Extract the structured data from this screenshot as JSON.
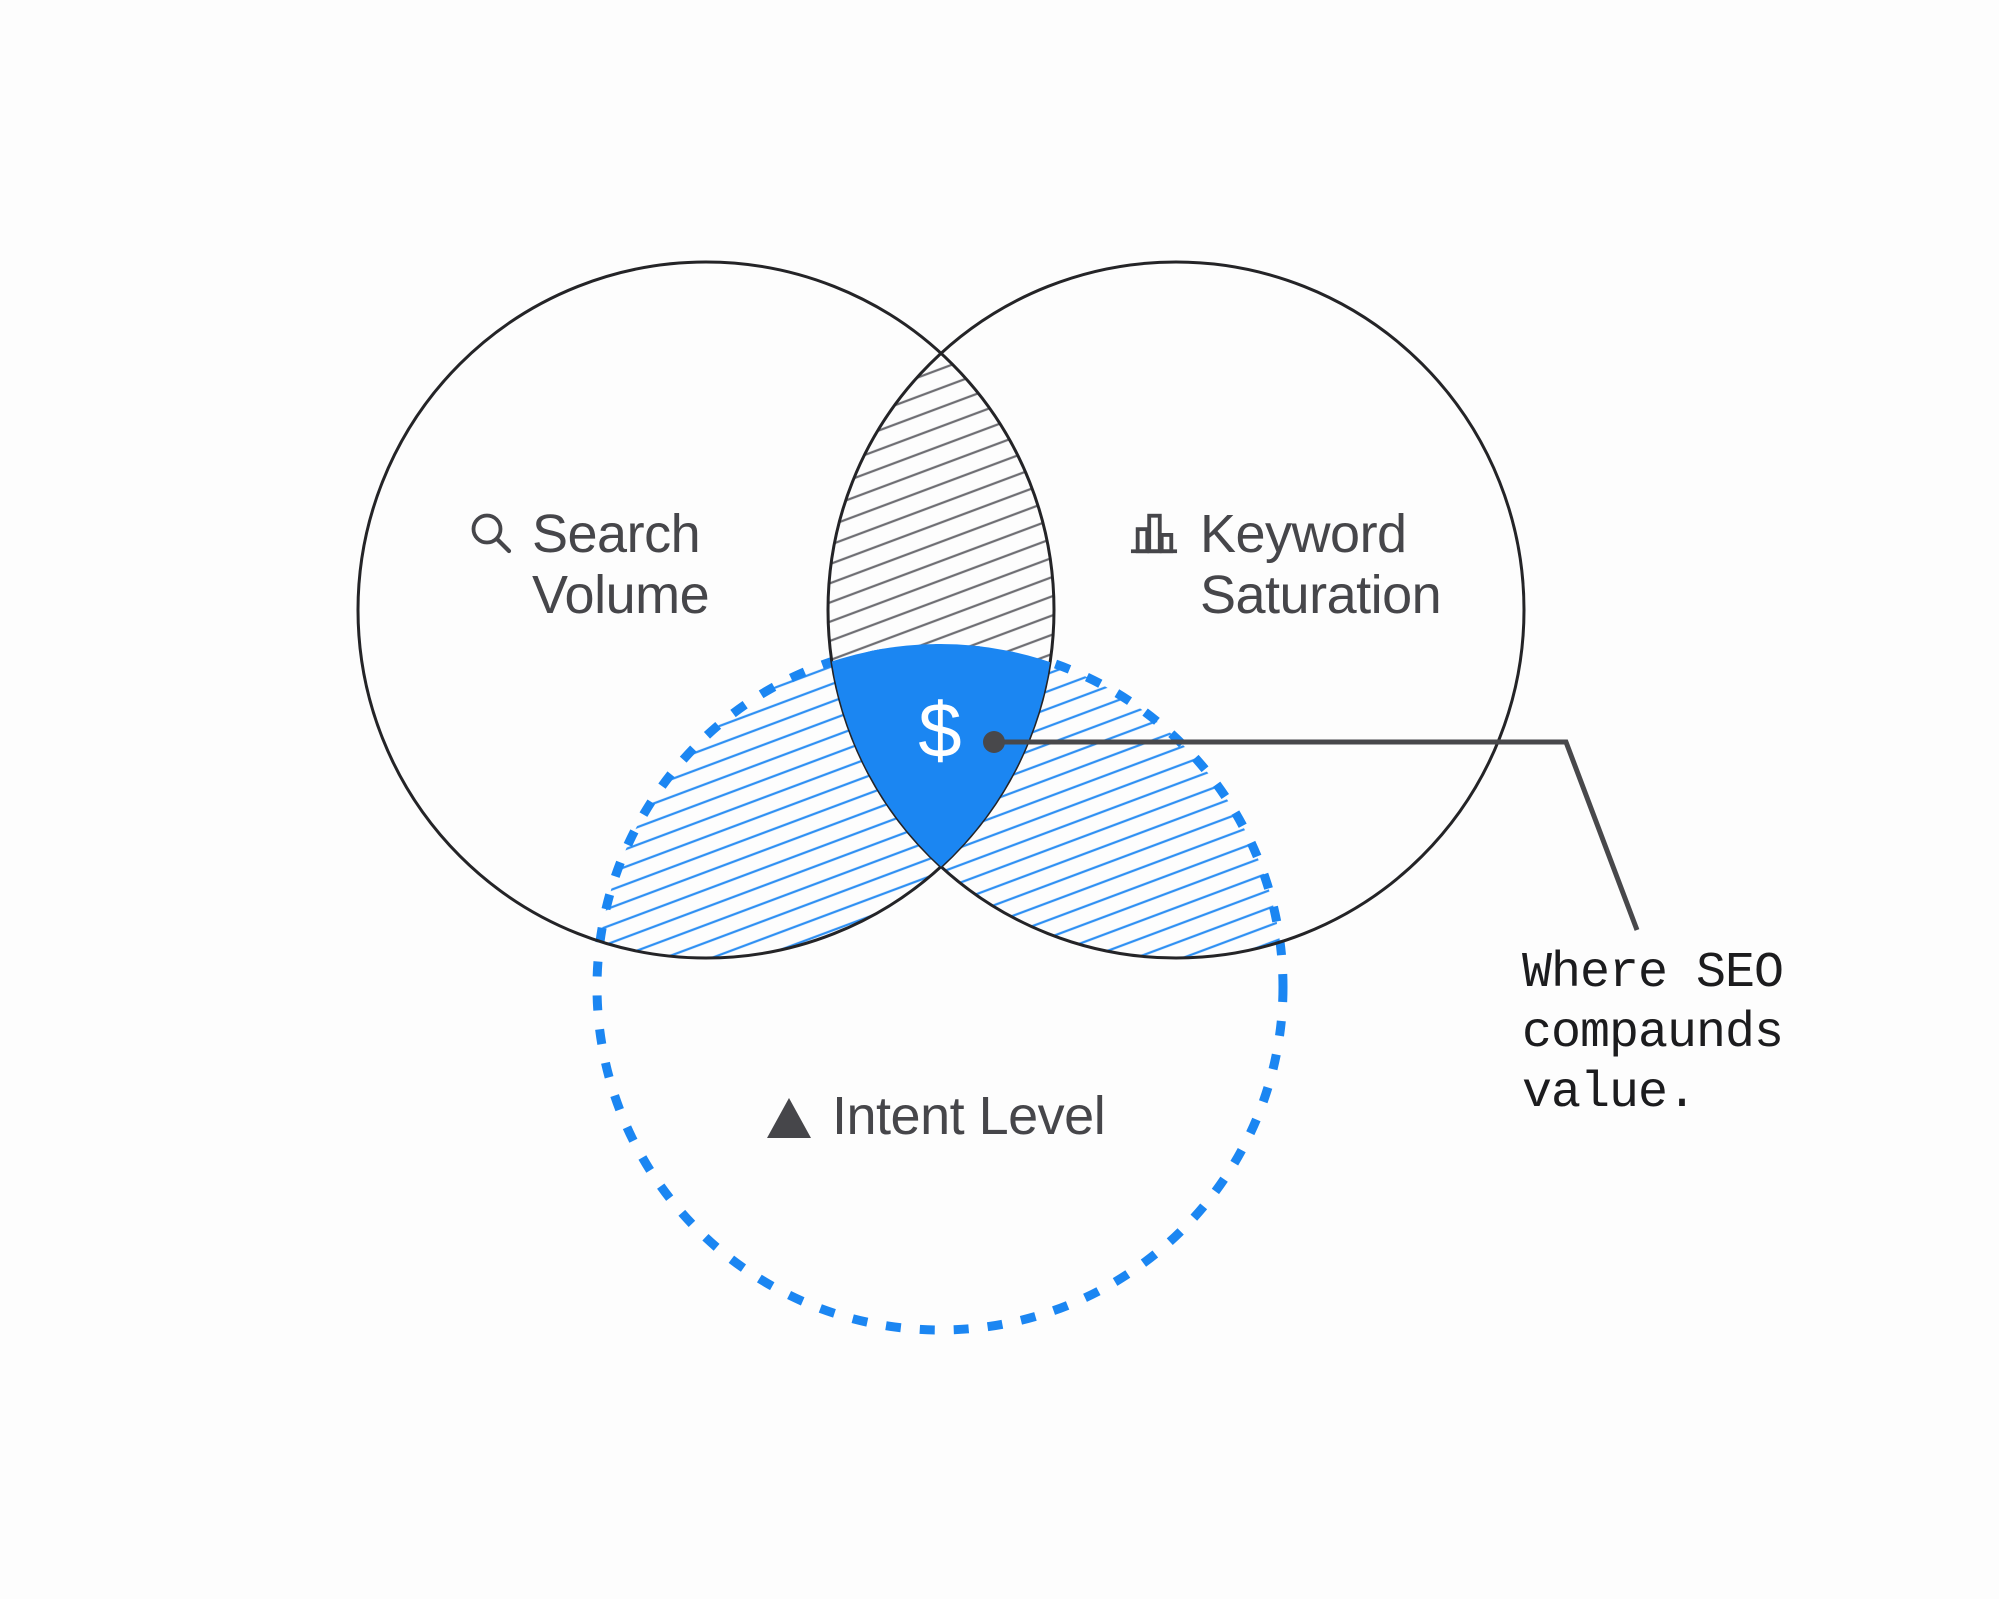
{
  "venn": {
    "sets": [
      {
        "label": "Search Volume",
        "icon": "magnifier-icon",
        "outline": "solid-dark"
      },
      {
        "label": "Keyword Saturation",
        "icon": "bar-chart-icon",
        "outline": "solid-dark"
      },
      {
        "label": "Intent Level",
        "icon": "triangle-icon",
        "outline": "dashed-blue"
      }
    ],
    "intersections": {
      "search_keyword": {
        "fill": "gray-hatch"
      },
      "search_intent": {
        "fill": "blue-hatch"
      },
      "keyword_intent": {
        "fill": "blue-hatch"
      },
      "all_three": {
        "fill": "solid-blue",
        "symbol": "$"
      }
    },
    "annotation": {
      "text": "Where SEO compaunds value.",
      "points_to": "all_three"
    }
  },
  "colors": {
    "background": "#fdfdfd",
    "accent_blue": "#1b86f2",
    "hatch_blue": "#2f90f3",
    "hatch_gray": "#6e6e73",
    "ink": "#242427",
    "connector_gray": "#48484b",
    "label_gray": "#46464a",
    "annotation_ink": "#1c1c1e",
    "dollar_white": "#ffffff"
  }
}
